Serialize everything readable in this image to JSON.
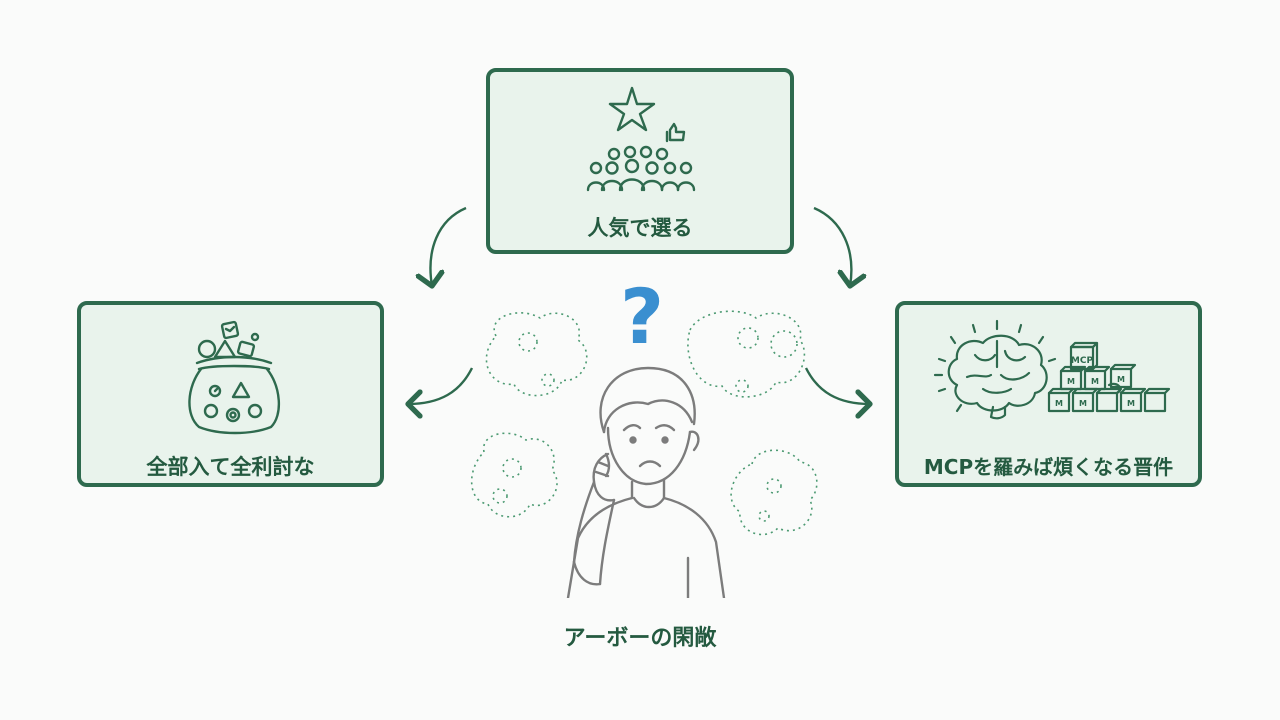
{
  "cards": {
    "top": {
      "label": "人気で選る",
      "icon": "crowd-star-like-icon"
    },
    "left": {
      "label": "全部入て全利討な",
      "icon": "sack-of-shapes-icon"
    },
    "right": {
      "label": "MCPを羅み ば 煩くなる 晋件",
      "label_display": "MCPを羅みば煩くなる晋件",
      "icon": "brain-mcp-blocks-icon"
    }
  },
  "center": {
    "question_mark": "?",
    "caption": "アーボーの閑敞",
    "figure": "confused-person-icon"
  },
  "icon_labels": {
    "blocks": [
      "MCP",
      "M",
      "M",
      "M",
      "M",
      "M",
      "M"
    ]
  },
  "colors": {
    "accent": "#2e6a4e",
    "card_fill": "#e9f3ec",
    "question": "#3a8fd0",
    "line": "#7c7c7c"
  }
}
